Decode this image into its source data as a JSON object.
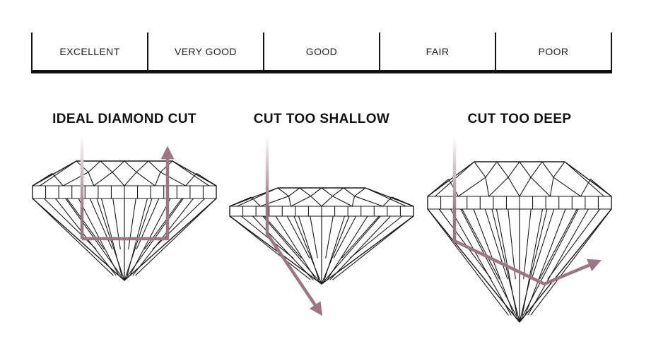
{
  "scale": {
    "grades": [
      "EXCELLENT",
      "VERY GOOD",
      "GOOD",
      "FAIR",
      "POOR"
    ]
  },
  "diagrams": [
    {
      "title": "IDEAL DIAMOND CUT"
    },
    {
      "title": "CUT TOO SHALLOW"
    },
    {
      "title": "CUT TOO DEEP"
    }
  ],
  "colors": {
    "outline": "#1a1a1a",
    "light_path": "#9b7684",
    "light_path_fade": "#ffffff"
  }
}
